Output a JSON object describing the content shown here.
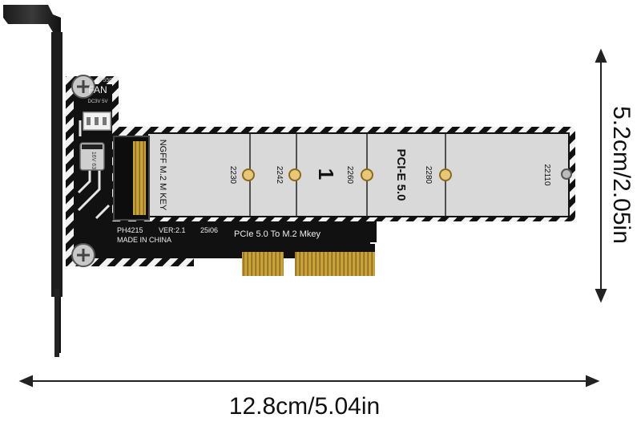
{
  "product": {
    "ngff_label": "NGFF M.2 M KEY",
    "model": "PH4215",
    "version": "VER:2.1",
    "date_code": "25i06",
    "origin": "MADE IN CHINA",
    "title": "PCIe 5.0 To M.2 Mkey",
    "standard": "PCI-E 5.0",
    "slot_number": "1",
    "fan_label": "FAN",
    "fan_spec": "DC3V 5V",
    "top_marking": "P550",
    "cap_marking": "16V 63"
  },
  "mount_positions": [
    "2230",
    "2242",
    "2260",
    "2280",
    "22110"
  ],
  "dimensions": {
    "width": "12.8cm/5.04in",
    "height": "5.2cm/2.05in"
  }
}
